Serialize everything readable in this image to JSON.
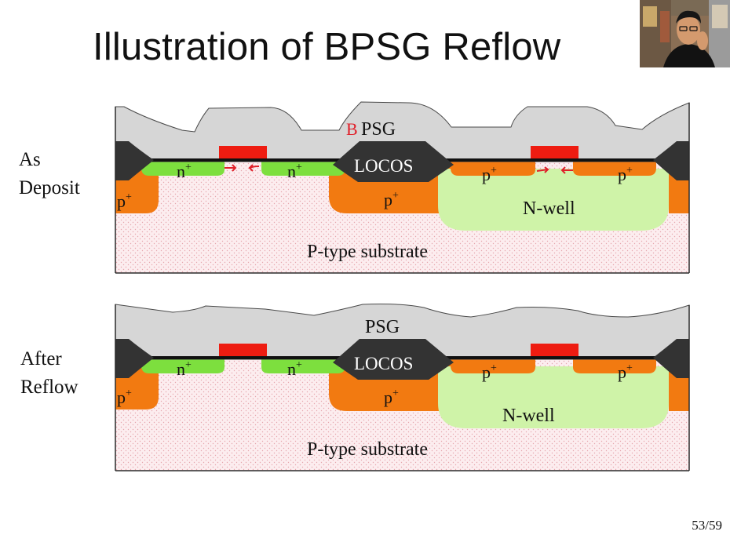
{
  "slide": {
    "title": "Illustration of BPSG Reflow",
    "page_number": "53/59"
  },
  "panels": [
    {
      "id": "as-deposit",
      "side_label_line1": "As",
      "side_label_line2": "Deposit",
      "glass_label": "PSG",
      "annotation_letter": "B",
      "locos": "LOCOS",
      "n1": "n",
      "n2": "n",
      "p_left": "p",
      "p_center": "p",
      "p1": "p",
      "p2": "p",
      "plus": "+",
      "nwell": "N-well",
      "substrate": "P-type substrate"
    },
    {
      "id": "after-reflow",
      "side_label_line1": "After",
      "side_label_line2": "Reflow",
      "glass_label": "PSG",
      "locos": "LOCOS",
      "n1": "n",
      "n2": "n",
      "p_left": "p",
      "p_center": "p",
      "p1": "p",
      "p2": "p",
      "plus": "+",
      "nwell": "N-well",
      "substrate": "P-type substrate"
    }
  ],
  "colors": {
    "glass": "#d6d6d6",
    "substrate": "#fcedef",
    "p_region": "#f27a11",
    "n_region": "#7ddf3e",
    "nwell": "#cff3a8",
    "locos": "#333333",
    "gate": "#ee1c11",
    "annotation": "#e0202a"
  },
  "webcam": {
    "icon": "presenter-webcam"
  }
}
